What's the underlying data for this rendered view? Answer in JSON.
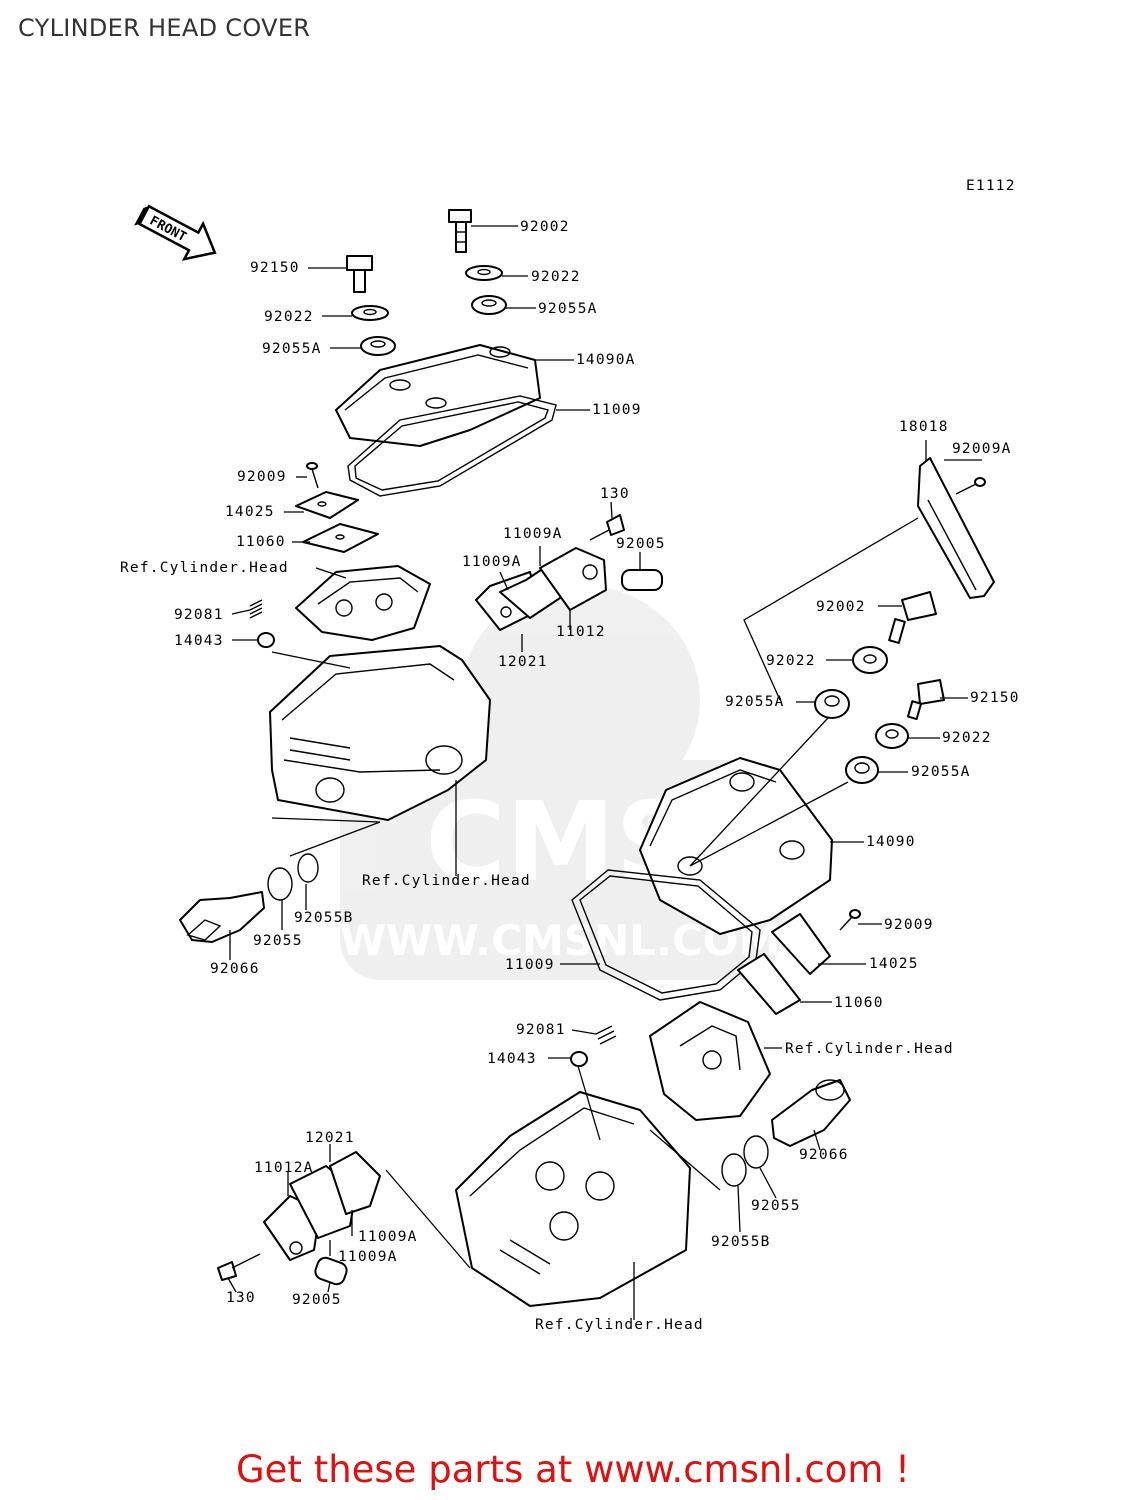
{
  "title": "CYLINDER HEAD COVER",
  "diagram_code": "E1112",
  "front_arrow_label": "FRONT",
  "watermark": {
    "brand": "CMS",
    "url": "WWW.CMSNL.COM"
  },
  "parts": {
    "p1": "92002",
    "p2": "92150",
    "p3": "92022",
    "p4": "92022",
    "p5": "92055A",
    "p6": "92055A",
    "p7": "14090A",
    "p8": "11009",
    "p9": "92009",
    "p10": "14025",
    "p11": "11060",
    "p12": "Ref.Cylinder.Head",
    "p13": "130",
    "p14": "11009A",
    "p15": "92005",
    "p16": "11009A",
    "p17": "92081",
    "p18": "11012",
    "p19": "14043",
    "p20": "12021",
    "p21": "Ref.Cylinder.Head",
    "p22": "92055B",
    "p23": "92055",
    "p24": "92066",
    "p25": "18018",
    "p26": "92009A",
    "p27": "92002",
    "p28": "92022",
    "p29": "92150",
    "p30": "92055A",
    "p31": "92022",
    "p32": "92055A",
    "p33": "14090",
    "p34": "92009",
    "p35": "11009",
    "p36": "14025",
    "p37": "11060",
    "p38": "92081",
    "p39": "Ref.Cylinder.Head",
    "p40": "14043",
    "p41": "12021",
    "p42": "11012A",
    "p43": "92066",
    "p44": "11009A",
    "p45": "11009A",
    "p46": "92055",
    "p47": "130",
    "p48": "92005",
    "p49": "92055B",
    "p50": "Ref.Cylinder.Head"
  },
  "cta": "Get these parts at www.cmsnl.com !"
}
